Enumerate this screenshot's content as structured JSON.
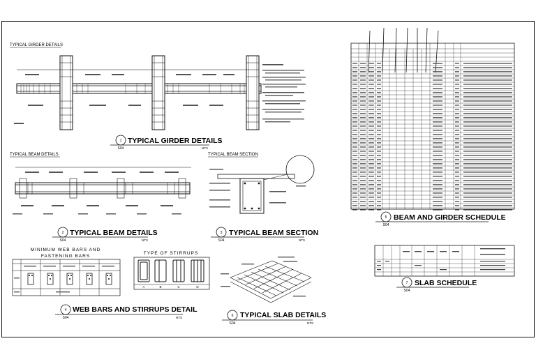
{
  "details": {
    "d1": {
      "small_label": "TYPICAL GIRDER DETAILS",
      "title": "TYPICAL GIRDER DETAILS",
      "number": "1",
      "sheet": "S04",
      "scale": "NTS"
    },
    "d2": {
      "small_label": "TYPICAL BEAM DETAILS",
      "title": "TYPICAL BEAM DETAILS",
      "number": "2",
      "sheet": "S04",
      "scale": "NTS"
    },
    "d3": {
      "small_label": "TYPICAL BEAM SECTION",
      "title": "TYPICAL BEAM SECTION",
      "number": "3",
      "sheet": "S04",
      "scale": "NTS"
    },
    "d4": {
      "heading_line1": "MINIMUM WEB BARS AND",
      "heading_line2": "FASTENING BARS",
      "title": "WEB BARS AND STIRRUPS DETAIL",
      "number": "4",
      "sheet": "S04",
      "scale": "NTS"
    },
    "stirrups": {
      "heading": "TYPE OF STIRRUPS",
      "types": [
        "A",
        "B",
        "C",
        "D"
      ]
    },
    "d5": {
      "title": "BEAM AND GIRDER SCHEDULE",
      "number": "5",
      "sheet": "S04"
    },
    "d6": {
      "title": "TYPICAL SLAB DETAILS",
      "number": "6",
      "sheet": "S04",
      "scale": "NTS"
    },
    "d7": {
      "title": "SLAB SCHEDULE",
      "number": "7",
      "sheet": "S04"
    }
  },
  "colors": {
    "ink": "#111111",
    "paper": "#ffffff"
  }
}
